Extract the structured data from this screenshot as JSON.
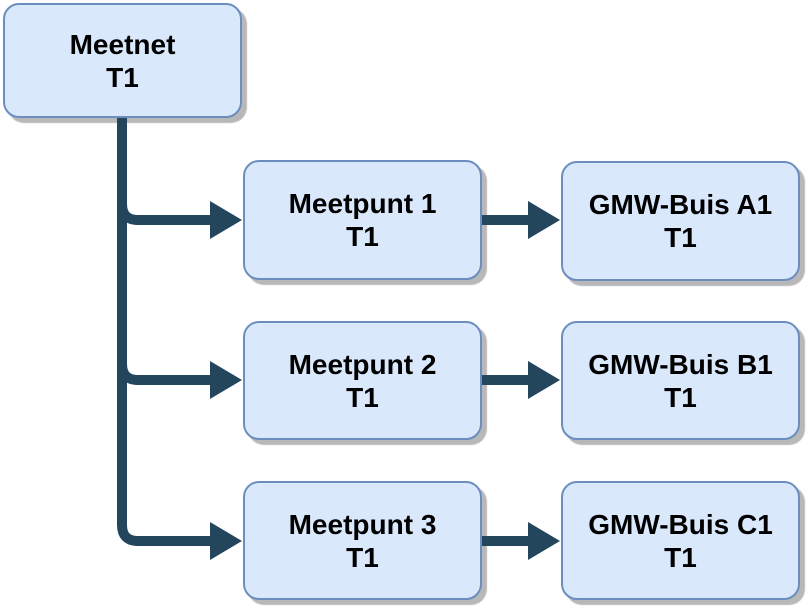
{
  "diagram": {
    "colors": {
      "node_fill": "#dae8fc",
      "node_border": "#6c8ebf",
      "edge": "#23465c",
      "text": "#000000",
      "background": "#ffffff"
    },
    "nodes": [
      {
        "id": "meetnet",
        "title": "Meetnet",
        "subtitle": "T1"
      },
      {
        "id": "meetpunt-1",
        "title": "Meetpunt 1",
        "subtitle": "T1"
      },
      {
        "id": "meetpunt-2",
        "title": "Meetpunt 2",
        "subtitle": "T1"
      },
      {
        "id": "meetpunt-3",
        "title": "Meetpunt 3",
        "subtitle": "T1"
      },
      {
        "id": "gmw-buis-a1",
        "title": "GMW-Buis A1",
        "subtitle": "T1"
      },
      {
        "id": "gmw-buis-b1",
        "title": "GMW-Buis B1",
        "subtitle": "T1"
      },
      {
        "id": "gmw-buis-c1",
        "title": "GMW-Buis C1",
        "subtitle": "T1"
      }
    ],
    "edges": [
      {
        "from": "meetnet",
        "to": "meetpunt-1"
      },
      {
        "from": "meetnet",
        "to": "meetpunt-2"
      },
      {
        "from": "meetnet",
        "to": "meetpunt-3"
      },
      {
        "from": "meetpunt-1",
        "to": "gmw-buis-a1"
      },
      {
        "from": "meetpunt-2",
        "to": "gmw-buis-b1"
      },
      {
        "from": "meetpunt-3",
        "to": "gmw-buis-c1"
      }
    ]
  }
}
